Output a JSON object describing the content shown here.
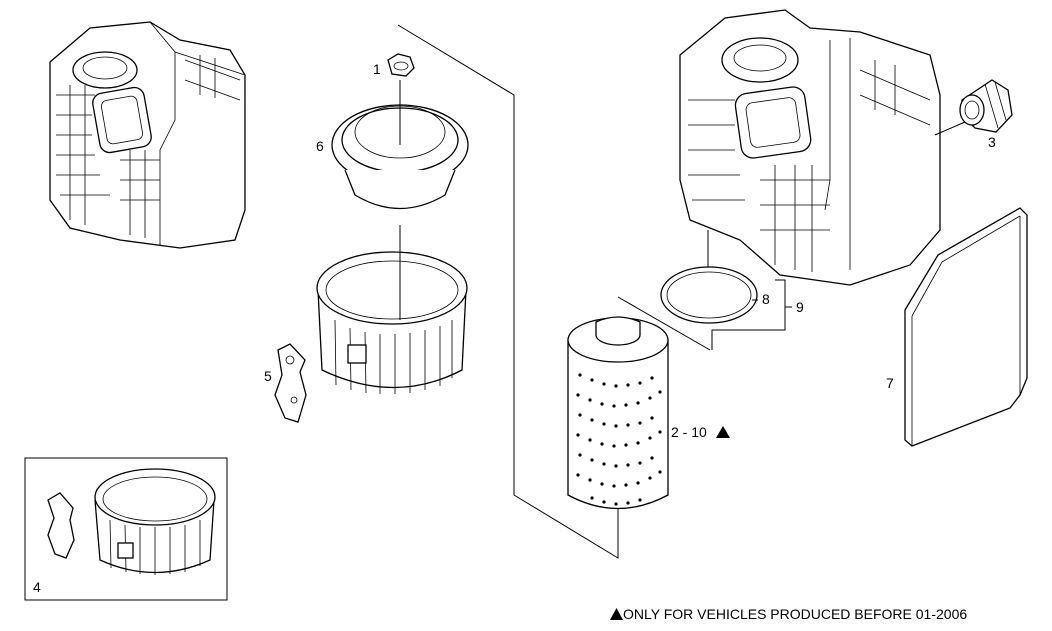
{
  "callouts": {
    "c1": "1",
    "c2": "2 - 10",
    "c3": "3",
    "c4": "4",
    "c5": "5",
    "c6": "6",
    "c7": "7",
    "c8": "8",
    "c9": "9"
  },
  "footnote": {
    "text": "ONLY FOR VEHICLES PRODUCED BEFORE 01-2006",
    "marker_icon": "triangle-icon"
  }
}
